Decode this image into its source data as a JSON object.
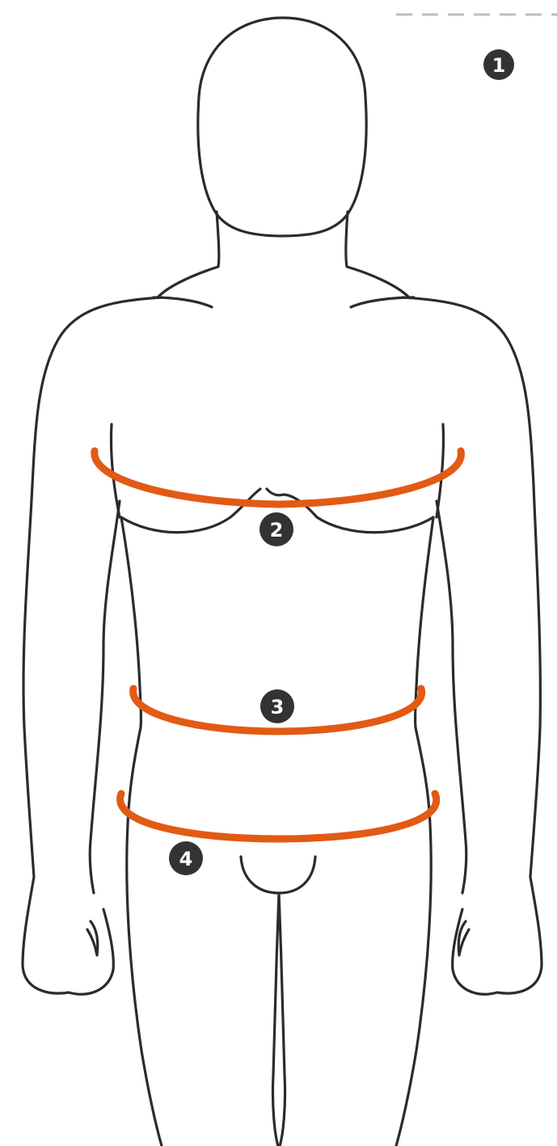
{
  "diagram": {
    "markers": [
      {
        "id": "1",
        "label": "1"
      },
      {
        "id": "2",
        "label": "2"
      },
      {
        "id": "3",
        "label": "3"
      },
      {
        "id": "4",
        "label": "4"
      }
    ]
  },
  "colors": {
    "band": "#e35a14",
    "outline": "#2b2b2b",
    "badge": "#333333",
    "dash": "#bdbdbd",
    "background": "#ffffff"
  }
}
